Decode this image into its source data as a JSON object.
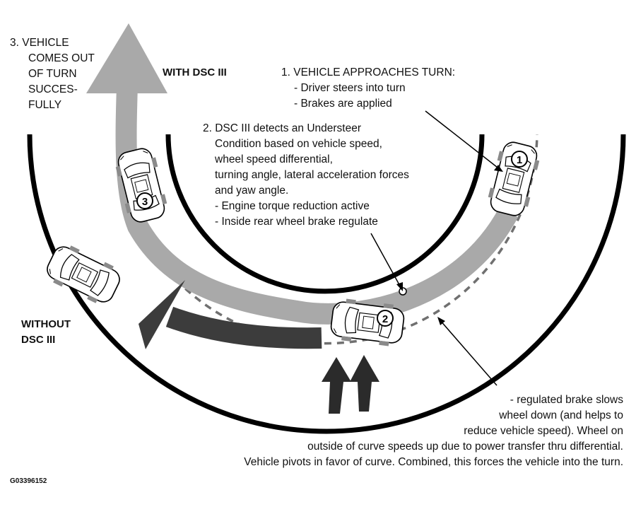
{
  "labels": {
    "with_dsc": "WITH DSC III",
    "without_dsc": [
      "WITHOUT",
      "DSC III"
    ],
    "figure_code": "G03396152"
  },
  "step3": [
    "3. VEHICLE",
    "COMES OUT",
    "OF TURN",
    "SUCCES-",
    "FULLY"
  ],
  "step1": [
    "1. VEHICLE APPROACHES TURN:",
    "- Driver steers into turn",
    "- Brakes are applied"
  ],
  "step2": [
    "2. DSC III detects an Understeer",
    "Condition based on vehicle speed,",
    "wheel speed differential,",
    "turning angle, lateral acceleration forces",
    "and yaw angle.",
    "- Engine torque reduction active",
    "- Inside rear wheel brake regulate"
  ],
  "note": [
    "- regulated brake slows",
    "wheel down (and helps to",
    "reduce vehicle speed). Wheel on",
    "outside of curve speeds up due to power transfer thru differential.",
    "Vehicle pivots in favor of curve.  Combined, this forces the vehicle into the turn."
  ],
  "car_numbers": [
    "1",
    "2",
    "3"
  ],
  "colors": {
    "road_line": "#000000",
    "light_arrow": "#a9a9a9",
    "dark_arrow": "#3c3c3c",
    "dashed_path": "#707070",
    "tire": "#8a8a8a"
  }
}
